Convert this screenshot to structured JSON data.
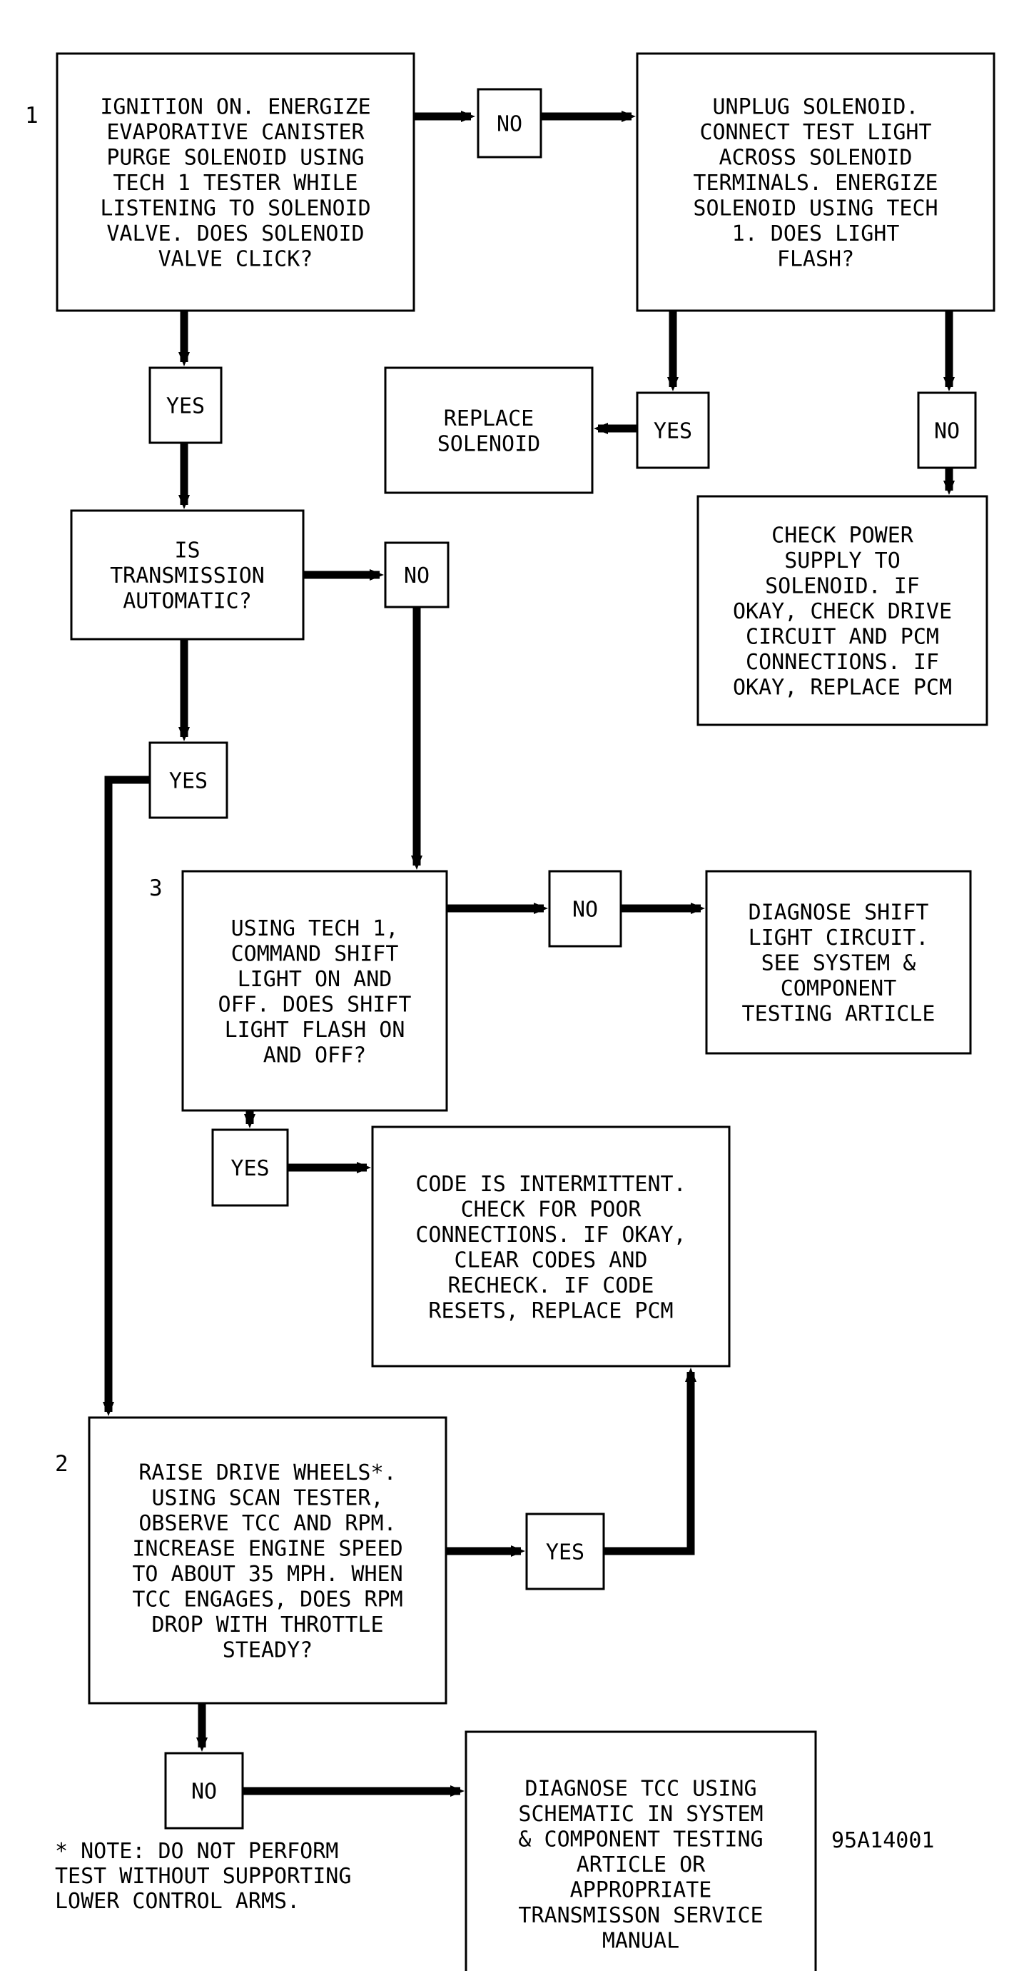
{
  "boxes": [
    {
      "id": "step1",
      "lines": [
        "IGNITION ON. ENERGIZE",
        "EVAPORATIVE CANISTER",
        "PURGE SOLENOID USING",
        "TECH 1 TESTER WHILE",
        "LISTENING TO SOLENOID",
        "VALVE. DOES SOLENOID",
        "VALVE CLICK?"
      ]
    },
    {
      "id": "no-a",
      "lines": [
        "NO"
      ]
    },
    {
      "id": "unplug",
      "lines": [
        "UNPLUG SOLENOID.",
        "CONNECT TEST LIGHT",
        "ACROSS SOLENOID",
        "TERMINALS. ENERGIZE",
        "SOLENOID USING TECH",
        "1. DOES LIGHT",
        "FLASH?"
      ]
    },
    {
      "id": "yes-a",
      "lines": [
        "YES"
      ]
    },
    {
      "id": "replace-solenoid",
      "lines": [
        "REPLACE",
        "SOLENOID"
      ]
    },
    {
      "id": "yes-b",
      "lines": [
        "YES"
      ]
    },
    {
      "id": "no-b",
      "lines": [
        "NO"
      ]
    },
    {
      "id": "check-power",
      "lines": [
        "CHECK POWER",
        "SUPPLY TO",
        "SOLENOID. IF",
        "OKAY, CHECK DRIVE",
        "CIRCUIT AND PCM",
        "CONNECTIONS. IF",
        "OKAY, REPLACE PCM"
      ]
    },
    {
      "id": "is-automatic",
      "lines": [
        "IS",
        "TRANSMISSION",
        "AUTOMATIC?"
      ]
    },
    {
      "id": "no-c",
      "lines": [
        "NO"
      ]
    },
    {
      "id": "yes-c",
      "lines": [
        "YES"
      ]
    },
    {
      "id": "step3",
      "lines": [
        "USING TECH 1,",
        "COMMAND SHIFT",
        "LIGHT ON AND",
        "OFF. DOES SHIFT",
        "LIGHT FLASH ON",
        "AND OFF?"
      ]
    },
    {
      "id": "no-d",
      "lines": [
        "NO"
      ]
    },
    {
      "id": "diagnose-shift",
      "lines": [
        "DIAGNOSE SHIFT",
        "LIGHT CIRCUIT.",
        "SEE SYSTEM &",
        "COMPONENT",
        "TESTING ARTICLE"
      ]
    },
    {
      "id": "yes-d",
      "lines": [
        "YES"
      ]
    },
    {
      "id": "intermittent",
      "lines": [
        "CODE IS INTERMITTENT.",
        "CHECK FOR POOR",
        "CONNECTIONS. IF OKAY,",
        "CLEAR CODES AND",
        "RECHECK. IF CODE",
        "RESETS, REPLACE PCM"
      ]
    },
    {
      "id": "step2",
      "lines": [
        "RAISE DRIVE WHEELS*.",
        "USING SCAN TESTER,",
        "OBSERVE TCC AND RPM.",
        "INCREASE ENGINE SPEED",
        "TO ABOUT 35 MPH. WHEN",
        "TCC ENGAGES, DOES RPM",
        "DROP WITH THROTTLE",
        "STEADY?"
      ]
    },
    {
      "id": "yes-e",
      "lines": [
        "YES"
      ]
    },
    {
      "id": "no-e",
      "lines": [
        "NO"
      ]
    },
    {
      "id": "diagnose-tcc",
      "lines": [
        "DIAGNOSE TCC USING",
        "SCHEMATIC IN SYSTEM",
        "& COMPONENT TESTING",
        "ARTICLE OR",
        "APPROPRIATE",
        "TRANSMISSON SERVICE",
        "MANUAL"
      ]
    }
  ],
  "step_numbers": {
    "step1": "1",
    "step2": "2",
    "step3": "3"
  },
  "note": [
    "* NOTE: DO NOT PERFORM",
    "TEST WITHOUT SUPPORTING",
    "LOWER CONTROL ARMS."
  ],
  "figure_id": "95A14001"
}
